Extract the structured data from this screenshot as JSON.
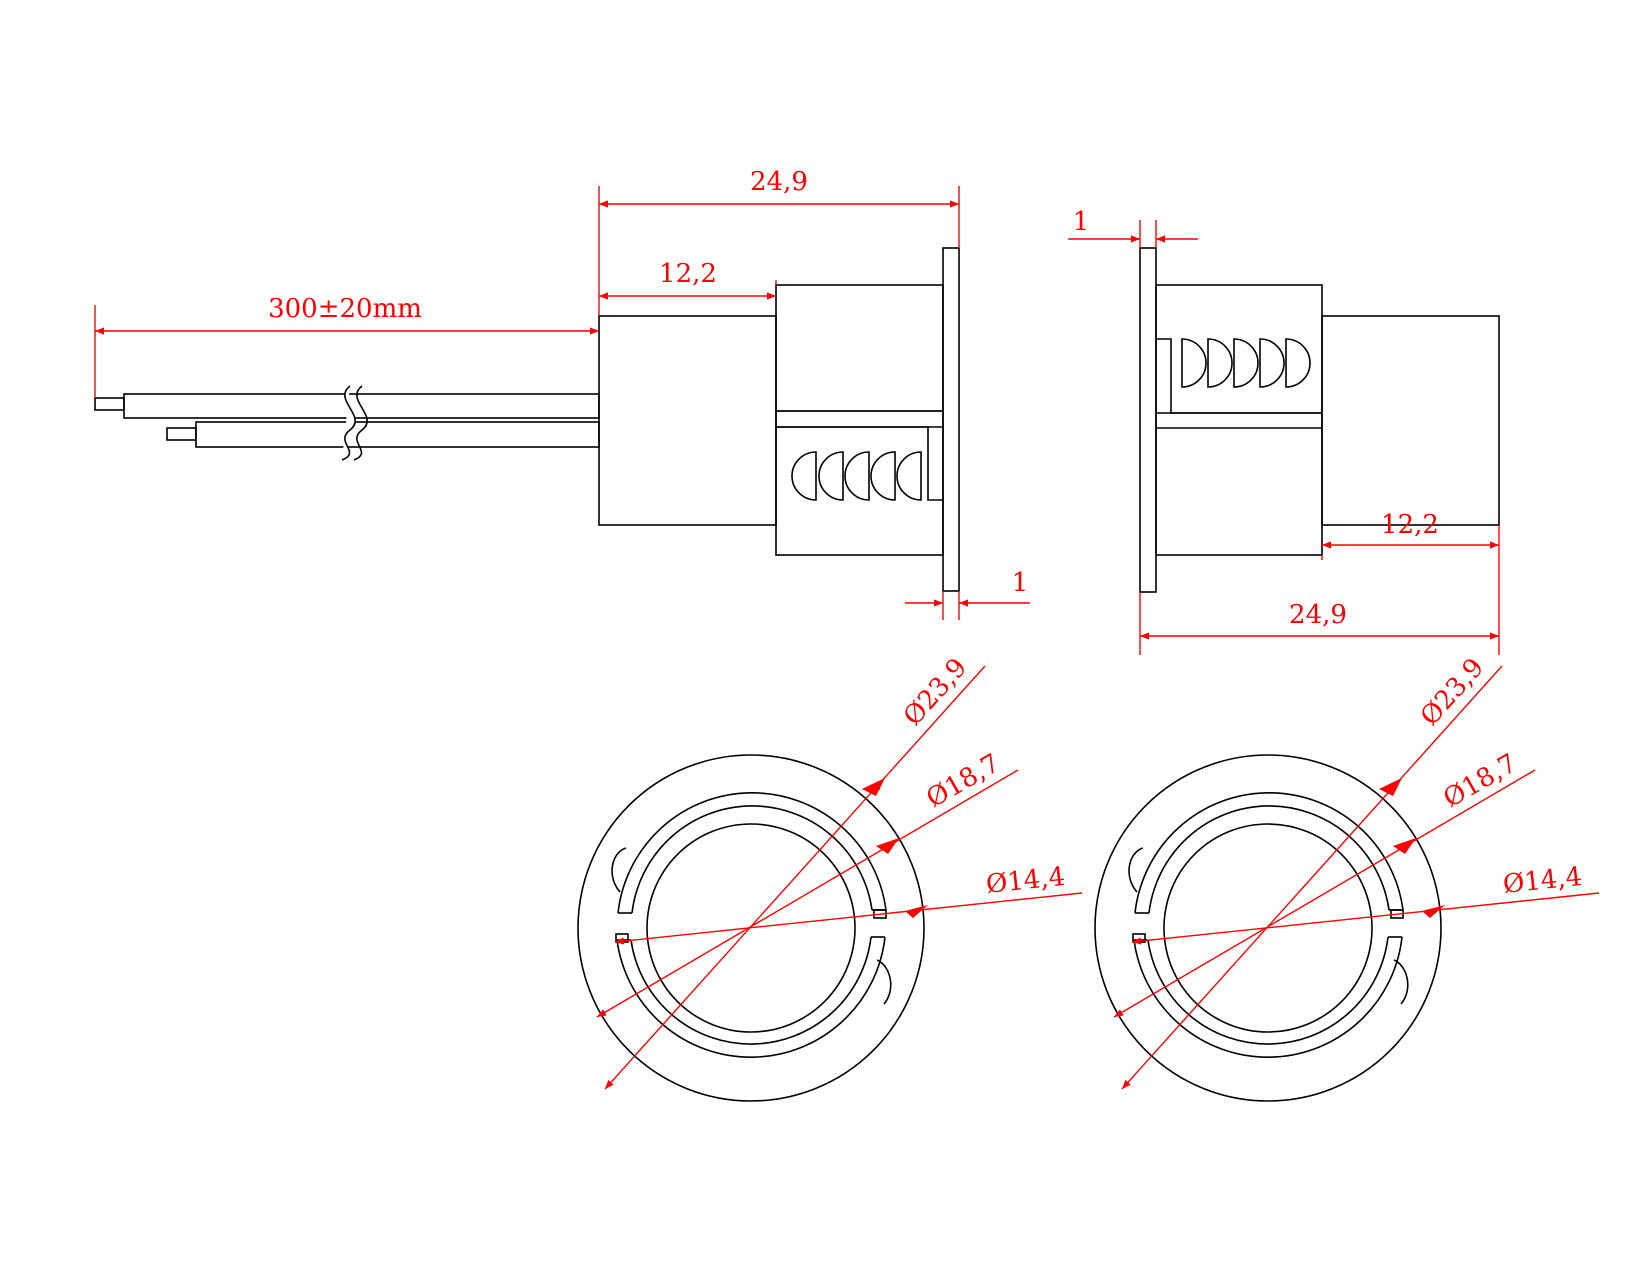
{
  "diagram": {
    "colors": {
      "outline": "#000000",
      "dimension": "#ff0000",
      "background": "#ffffff"
    },
    "labels": {
      "cable_length": "300±20mm",
      "overall_length_left": "24,9",
      "body_length_left": "12,2",
      "flange_thickness_left": "1",
      "flange_thickness_right": "1",
      "body_length_right": "12,2",
      "overall_length_right": "24,9",
      "diameter_outer_left": "Ø23,9",
      "diameter_mid_left": "Ø18,7",
      "diameter_inner_left": "Ø14,4",
      "diameter_outer_right": "Ø23,9",
      "diameter_mid_right": "Ø18,7",
      "diameter_inner_right": "Ø14,4"
    }
  }
}
